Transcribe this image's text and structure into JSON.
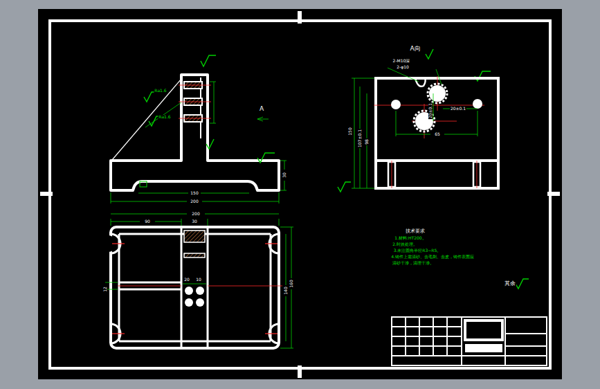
{
  "diagram": {
    "labels": [
      "A",
      "A向",
      "Ra1.6",
      "Ra1.6",
      "2-M10深",
      "2-φ10",
      "200",
      "150",
      "30",
      "200",
      "90",
      "30",
      "140",
      "160",
      "12",
      "20",
      "10",
      "150",
      "107±0.1",
      "98",
      "20±0.1",
      "65",
      "20±0.1",
      "技术要求",
      "1.材料:HT200。",
      "2.时效处理。",
      "3.未注圆角半径R3~R5。",
      "4.铸件上需清砂、去毛刺、去皮，铸件表面应",
      "清砂干净，清理干净。",
      "其余"
    ]
  }
}
